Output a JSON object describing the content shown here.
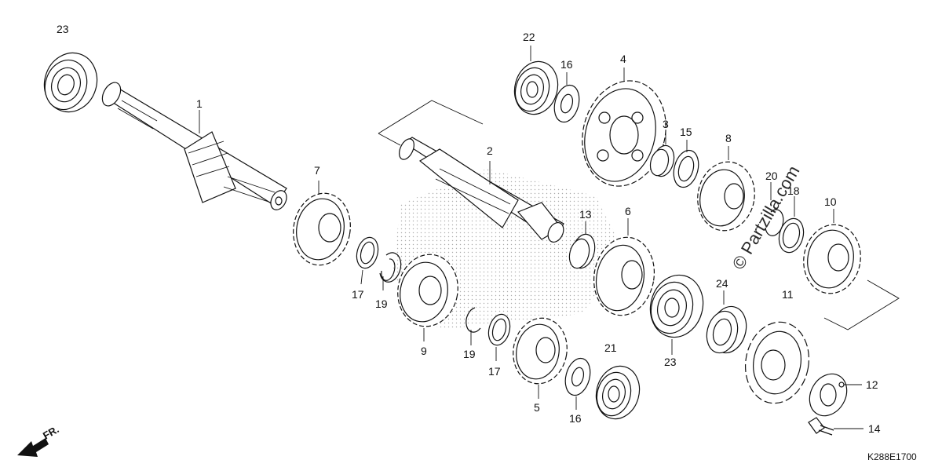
{
  "diagram": {
    "callouts": [
      "23",
      "1",
      "7",
      "17",
      "19",
      "9",
      "2",
      "22",
      "16",
      "4",
      "3",
      "15",
      "8",
      "20",
      "18",
      "10",
      "11",
      "13",
      "6",
      "24",
      "23",
      "21",
      "19",
      "17",
      "5",
      "16",
      "12",
      "14"
    ],
    "watermark": "© Partzilla.com",
    "direction_label": "FR.",
    "drawing_code": "K288E1700"
  },
  "parts": {
    "bearing": "bearing",
    "countershaft": "countershaft",
    "mainshaft": "mainshaft",
    "gear": "gear",
    "washer": "washer",
    "circlip": "circlip",
    "bushing": "bushing",
    "oil_seal": "oil seal",
    "drive_sprocket": "drive sprocket",
    "fixing_plate": "fixing plate",
    "bolt": "bolt"
  }
}
